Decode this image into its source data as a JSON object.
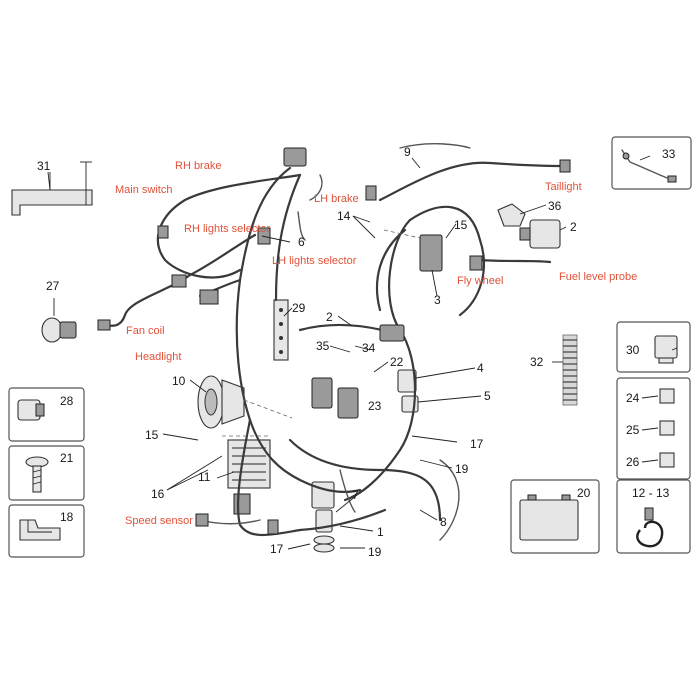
{
  "colors": {
    "label": "#e0523a",
    "number": "#1a1a1a",
    "wire": "#3a3a3a",
    "box_border": "#555555"
  },
  "labels": {
    "rh_brake": "RH brake",
    "main_switch": "Main switch",
    "lh_brake": "LH brake",
    "rh_lights_selector": "RH lights selector",
    "lh_lights_selector": "LH lights selector",
    "taillight": "Taillight",
    "fly_wheel": "Fly wheel",
    "fuel_level_probe": "Fuel level probe",
    "fan_coil": "Fan coil",
    "headlight": "Headlight",
    "speed_sensor": "Speed sensor"
  },
  "numbers": {
    "n31": "31",
    "n27": "27",
    "n9": "9",
    "n33": "33",
    "n36": "36",
    "n2a": "2",
    "n14": "14",
    "n15a": "15",
    "n6": "6",
    "n3": "3",
    "n29": "29",
    "n2b": "2",
    "n35": "35",
    "n34": "34",
    "n22": "22",
    "n4": "4",
    "n5": "5",
    "n32": "32",
    "n30": "30",
    "n10": "10",
    "n23": "23",
    "n28": "28",
    "n24": "24",
    "n25": "25",
    "n26": "26",
    "n15b": "15",
    "n17a": "17",
    "n21": "21",
    "n11": "11",
    "n19a": "19",
    "n16": "16",
    "n7": "7",
    "n8": "8",
    "n20": "20",
    "n12_13": "12 - 13",
    "n18": "18",
    "n1": "1",
    "n17b": "17",
    "n19b": "19"
  }
}
